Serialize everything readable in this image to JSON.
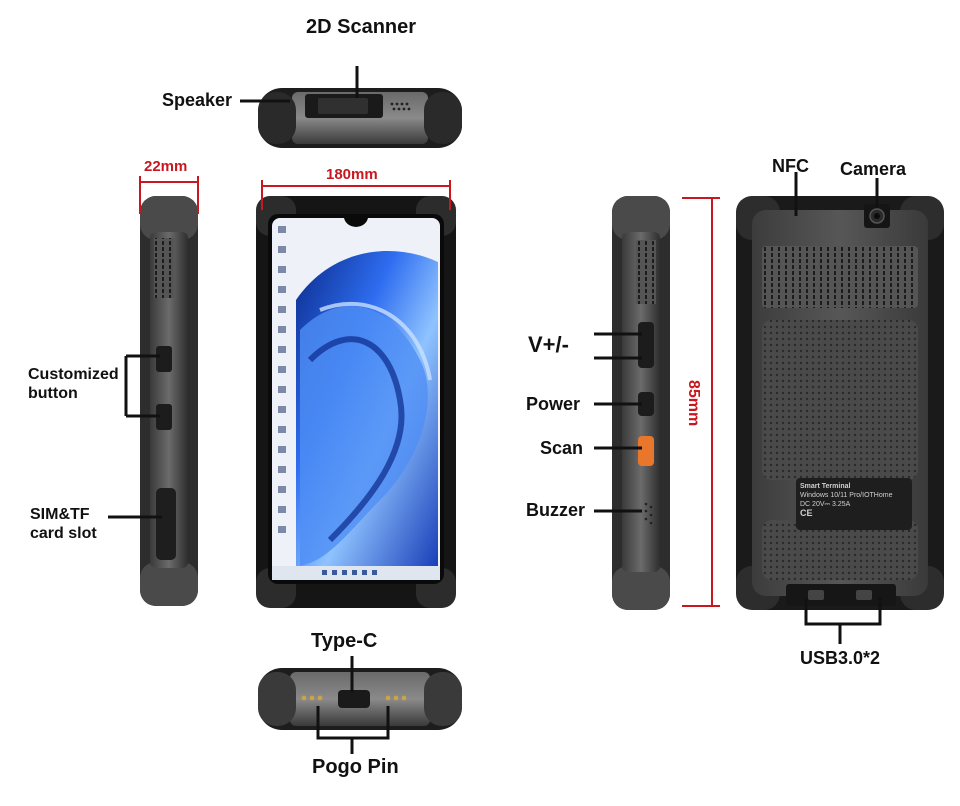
{
  "labels": {
    "scanner_2d": "2D Scanner",
    "speaker": "Speaker",
    "customized_button_line1": "Customized",
    "customized_button_line2": "button",
    "sim_tf_line1": "SIM&TF",
    "sim_tf_line2": "card  slot",
    "type_c": "Type-C",
    "pogo_pin": "Pogo Pin",
    "volume": "V+/-",
    "power": "Power",
    "scan": "Scan",
    "buzzer": "Buzzer",
    "nfc": "NFC",
    "camera": "Camera",
    "usb": "USB3.0*2"
  },
  "dimensions": {
    "thickness": "22mm",
    "length": "180mm",
    "width": "85mm"
  },
  "back_label": {
    "brand": "Smart Terminal",
    "line1": "Windows 10/11 Pro/IOTHome",
    "line2": "DC 20V⎓ 3.25A",
    "ce": "CE"
  },
  "colors": {
    "dimension_red": "#c8171e",
    "scan_button_orange": "#e8772b",
    "body_dark": "#2b2b2b",
    "bumper_black": "#1a1a1a"
  }
}
